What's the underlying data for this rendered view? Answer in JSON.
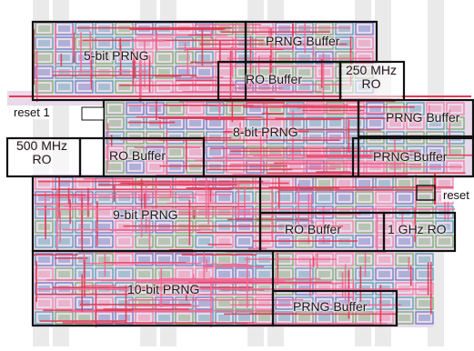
{
  "blocks": [
    {
      "id": "prng5",
      "label": "5-bit PRNG"
    },
    {
      "id": "prng5-buffer",
      "label": "PRNG Buffer"
    },
    {
      "id": "ro-buffer-top",
      "label": "RO Buffer"
    },
    {
      "id": "ro-250",
      "label": "250 MHz\nRO"
    },
    {
      "id": "prng8",
      "label": "8-bit PRNG"
    },
    {
      "id": "prng-buffer-right-1",
      "label": "PRNG Buffer"
    },
    {
      "id": "ro-500",
      "label": "500 MHz\nRO"
    },
    {
      "id": "ro-buffer-mid",
      "label": "RO Buffer"
    },
    {
      "id": "prng-buffer-right-2",
      "label": "PRNG Buffer"
    },
    {
      "id": "prng9",
      "label": "9-bit PRNG"
    },
    {
      "id": "ro-buffer-low",
      "label": "RO Buffer"
    },
    {
      "id": "ro-1g",
      "label": "1 GHz RO"
    },
    {
      "id": "prng10",
      "label": "10-bit PRNG"
    },
    {
      "id": "prng10-buffer",
      "label": "PRNG Buffer"
    }
  ],
  "signals": {
    "reset_left": "reset 1",
    "reset_right": "reset"
  },
  "colors": {
    "background": "#ffffff",
    "pin_rail": "#d8d8d8",
    "cell_fill": "#e9d9ea",
    "metal_red": "#e23a55",
    "metal_pink": "#f06a95",
    "metal_teal": "#2e8fa8",
    "metal_green": "#58a04a",
    "metal_blue": "#4663b8",
    "outline": "#111111"
  }
}
